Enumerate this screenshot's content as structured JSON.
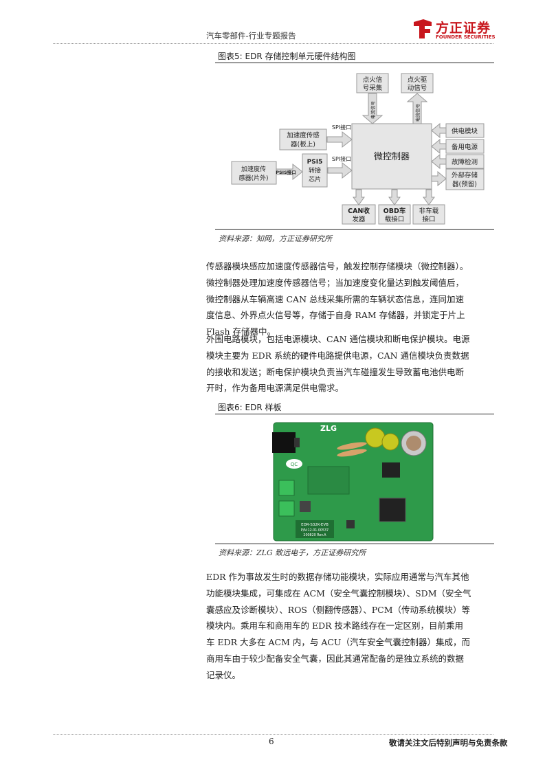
{
  "header": {
    "title": "汽车零部件-行业专题报告",
    "logo_cn": "方正证券",
    "logo_en": "FOUNDER SECURITIES"
  },
  "figure5": {
    "caption": "图表5:  EDR 存储控制单元硬件结构图",
    "source": "资料来源：知网，方正证券研究所",
    "nodes": {
      "mcu": "微控制器",
      "ignition_collect": [
        "点火信",
        "号采集"
      ],
      "ignition_drive": [
        "点火驱",
        "动信号"
      ],
      "accel_board": [
        "加速度传感",
        "器(板上)"
      ],
      "psi5": [
        "PSI5",
        "转接",
        "芯片"
      ],
      "accel_ext": [
        "加速度传",
        "感器(片外)"
      ],
      "power": "供电模块",
      "backup": "备用电源",
      "fault": "故障检测",
      "ext_storage": [
        "外部存储",
        "器(预留)"
      ],
      "can": [
        "CAN收",
        "发器"
      ],
      "obd": [
        "OBD车",
        "载接口"
      ],
      "nonvehicle": [
        "非车载",
        "接口"
      ]
    },
    "edges": {
      "spi1": "SPI接口",
      "spi2": "SPI接口",
      "psis": "PSIS接口",
      "elec1": "电流信号",
      "elec2": "电流信号"
    }
  },
  "paragraph1": [
    "传感器模块感应加速度传感器信号，触发控制存储模块（微控制器）。",
    "微控制器处理加速度传感器信号；当加速度变化量达到触发阈值后，",
    "微控制器从车辆高速 CAN 总线采集所需的车辆状态信息，连同加速",
    "度信息、外界点火信号等，存储于自身 RAM 存储器，并锁定于片上",
    "Flash 存储器中。"
  ],
  "paragraph2": [
    "外围电路模块，包括电源模块、CAN 通信模块和断电保护模块。电源",
    "模块主要为 EDR 系统的硬件电路提供电源，CAN 通信模块负责数据",
    "的接收和发送；断电保护模块负责当汽车碰撞发生导致蓄电池供电断",
    "开时，作为备用电源满足供电需求。"
  ],
  "figure6": {
    "caption": "图表6:  EDR 样板",
    "source": "资料来源：ZLG 致远电子，方正证券研究所",
    "board_label": "EDR-S32K-EVB",
    "board_sub1": "P/N:12.01.00537",
    "board_sub2": "200820 Rev.A",
    "logo_text": "ZLG",
    "qc_text": "QC"
  },
  "paragraph3": [
    "EDR 作为事故发生时的数据存储功能模块，实际应用通常与汽车其他",
    "功能模块集成，可集成在 ACM（安全气囊控制模块）、SDM（安全气",
    "囊感应及诊断模块）、ROS（侧翻传感器）、PCM（传动系统模块）等",
    "模块内。乘用车和商用车的 EDR 技术路线存在一定区别，目前乘用",
    "车 EDR 大多在 ACM 内，与 ACU（汽车安全气囊控制器）集成，而",
    "商用车由于较少配备安全气囊，因此其通常配备的是独立系统的数据",
    "记录仪。"
  ],
  "footer": {
    "page_number": "6",
    "disclaimer": "敬请关注文后特别声明与免责条款"
  },
  "colors": {
    "brand_red": "#c8161d",
    "diagram_box": "#e6e6e6",
    "board_green": "#2e9a4a"
  }
}
